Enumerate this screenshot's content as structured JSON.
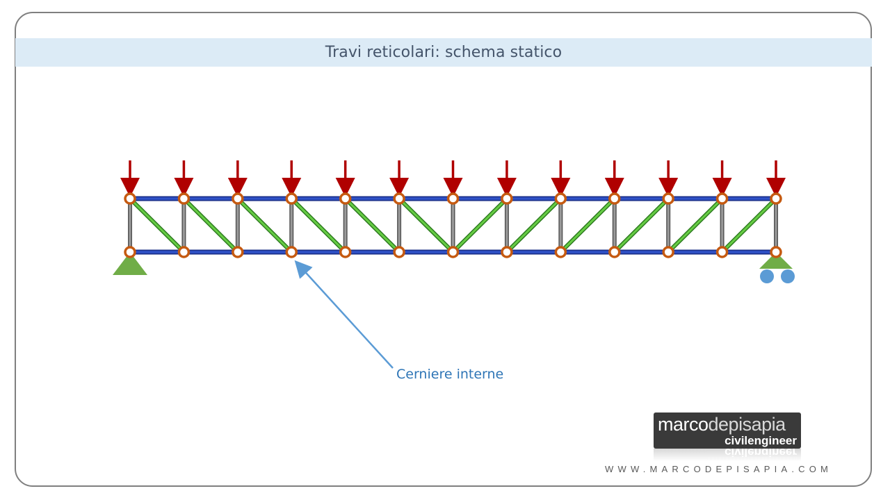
{
  "slide": {
    "title": "Travi reticolari: schema statico",
    "callout_label": "Cerniere interne",
    "logo": {
      "name_bold": "marco",
      "name_light": "depisapia",
      "subtitle": "civilengineer"
    },
    "website": "WWW.MARCODEPISAPIA.COM"
  },
  "truss": {
    "panels": 12,
    "loads": 13,
    "hinges_per_chord": 13,
    "supports": [
      "pin",
      "roller"
    ],
    "colors": {
      "chord": "#2f52c8",
      "chord_dark": "#1a2f8a",
      "vertical": "#9a9a9a",
      "diagonal": "#66cc44",
      "hinge": "#c55a11",
      "load": "#b00000",
      "support": "#70ad47",
      "roller": "#5b9bd5",
      "callout": "#5b9bd5"
    }
  }
}
